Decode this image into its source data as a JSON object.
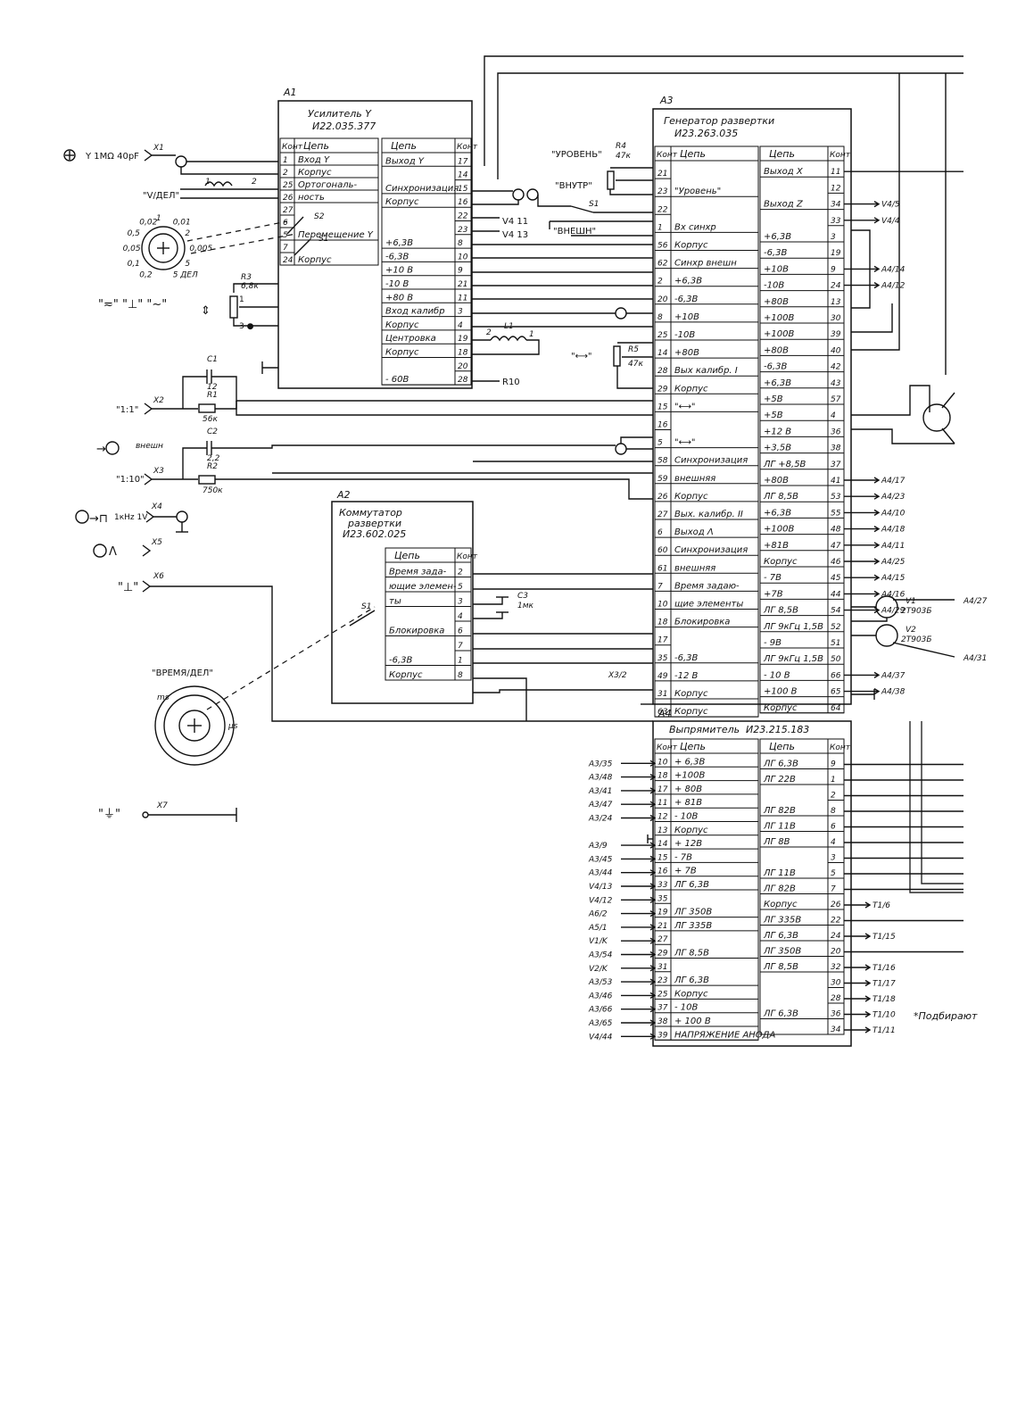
{
  "blocks": {
    "A1": {
      "ref": "A1",
      "title": "Усилитель Y",
      "code": "И22.035.377",
      "left_header_pin": "Конт",
      "left_header_name": "Цепь",
      "left_rows": [
        {
          "pin": "1",
          "name": "Вход Y"
        },
        {
          "pin": "2",
          "name": "Корпус"
        },
        {
          "pin": "25",
          "name": "Ортогональ-"
        },
        {
          "pin": "26",
          "name": "ность"
        },
        {
          "pin": "27",
          "name": ""
        },
        {
          "pin": "6",
          "name": ""
        },
        {
          "pin": "5",
          "name": "Перемещение Y"
        },
        {
          "pin": "7",
          "name": ""
        },
        {
          "pin": "24",
          "name": "Корпус"
        }
      ],
      "right_header_name": "Цепь",
      "right_header_pin": "Конт",
      "right_rows": [
        {
          "pin": "17",
          "name": "Выход Y"
        },
        {
          "pin": "14",
          "name": ""
        },
        {
          "pin": "15",
          "name": "Синхронизация"
        },
        {
          "pin": "16",
          "name": "Корпус"
        },
        {
          "pin": "22",
          "name": ""
        },
        {
          "pin": "23",
          "name": ""
        },
        {
          "pin": "8",
          "name": "+6,3В"
        },
        {
          "pin": "10",
          "name": "-6,3В"
        },
        {
          "pin": "9",
          "name": "+10 В"
        },
        {
          "pin": "21",
          "name": "-10 В"
        },
        {
          "pin": "11",
          "name": "+80 В"
        },
        {
          "pin": "3",
          "name": "Вход калибр"
        },
        {
          "pin": "4",
          "name": "Корпус"
        },
        {
          "pin": "19",
          "name": "Центровка"
        },
        {
          "pin": "18",
          "name": "Корпус"
        },
        {
          "pin": "20",
          "name": ""
        },
        {
          "pin": "28",
          "name": "- 60В"
        }
      ]
    },
    "A2": {
      "ref": "A2",
      "title": "Коммутатор",
      "title2": "развертки",
      "code": "И23.602.025",
      "header_name": "Цепь",
      "header_pin": "Конт",
      "rows": [
        {
          "pin": "2",
          "name": "Время зада-"
        },
        {
          "pin": "5",
          "name": "ющие элемен-"
        },
        {
          "pin": "3",
          "name": "ты"
        },
        {
          "pin": "4",
          "name": ""
        },
        {
          "pin": "6",
          "name": "Блокировка"
        },
        {
          "pin": "7",
          "name": ""
        },
        {
          "pin": "1",
          "name": "-6,3В"
        },
        {
          "pin": "8",
          "name": "Корпус"
        }
      ]
    },
    "A3": {
      "ref": "A3",
      "title": "Генератор развертки",
      "code": "И23.263.035",
      "left_header_pin": "Конт",
      "left_header_name": "Цепь",
      "left_rows": [
        {
          "pin": "21",
          "name": ""
        },
        {
          "pin": "23",
          "name": "\"Уровень\""
        },
        {
          "pin": "22",
          "name": ""
        },
        {
          "pin": "1",
          "name": "Вх синхр"
        },
        {
          "pin": "56",
          "name": "Корпус"
        },
        {
          "pin": "62",
          "name": "Синхр внешн"
        },
        {
          "pin": "2",
          "name": "+6,3В"
        },
        {
          "pin": "20",
          "name": "-6,3В"
        },
        {
          "pin": "8",
          "name": "+10В"
        },
        {
          "pin": "25",
          "name": "-10В"
        },
        {
          "pin": "14",
          "name": "+80В"
        },
        {
          "pin": "28",
          "name": "Вых калибр. I"
        },
        {
          "pin": "29",
          "name": "Корпус"
        },
        {
          "pin": "15",
          "name": "\"⟷\""
        },
        {
          "pin": "16",
          "name": ""
        },
        {
          "pin": "5",
          "name": "\"⟷\""
        },
        {
          "pin": "58",
          "name": "Синхронизация"
        },
        {
          "pin": "59",
          "name": "внешняя"
        },
        {
          "pin": "26",
          "name": "Корпус"
        },
        {
          "pin": "27",
          "name": "Вых. калибр. II"
        },
        {
          "pin": "6",
          "name": "Выход Λ"
        },
        {
          "pin": "60",
          "name": "Синхронизация"
        },
        {
          "pin": "61",
          "name": "внешняя"
        },
        {
          "pin": "7",
          "name": "Время задаю-"
        },
        {
          "pin": "10",
          "name": "щие элементы"
        },
        {
          "pin": "18",
          "name": "Блокировка"
        },
        {
          "pin": "17",
          "name": ""
        },
        {
          "pin": "35",
          "name": "-6,3В"
        },
        {
          "pin": "49",
          "name": "-12 В"
        },
        {
          "pin": "31",
          "name": "Корпус"
        },
        {
          "pin": "63",
          "name": "Корпус"
        }
      ],
      "right_header_name": "Цепь",
      "right_header_pin": "Конт",
      "right_rows": [
        {
          "pin": "11",
          "name": "Выход X"
        },
        {
          "pin": "12",
          "name": ""
        },
        {
          "pin": "34",
          "name": "Выход Z"
        },
        {
          "pin": "33",
          "name": ""
        },
        {
          "pin": "3",
          "name": "+6,3В"
        },
        {
          "pin": "19",
          "name": "-6,3В"
        },
        {
          "pin": "9",
          "name": "+10В"
        },
        {
          "pin": "24",
          "name": "-10В"
        },
        {
          "pin": "13",
          "name": "+80В"
        },
        {
          "pin": "30",
          "name": "+100В"
        },
        {
          "pin": "39",
          "name": "+100В"
        },
        {
          "pin": "40",
          "name": "+80В"
        },
        {
          "pin": "42",
          "name": "-6,3В"
        },
        {
          "pin": "43",
          "name": "+6,3В"
        },
        {
          "pin": "57",
          "name": "+5В"
        },
        {
          "pin": "4",
          "name": "+5В"
        },
        {
          "pin": "36",
          "name": "+12 В"
        },
        {
          "pin": "38",
          "name": "+3,5В"
        },
        {
          "pin": "37",
          "name": "ЛГ +8,5В"
        },
        {
          "pin": "41",
          "name": "+80В"
        },
        {
          "pin": "53",
          "name": "ЛГ 8,5В"
        },
        {
          "pin": "55",
          "name": "+6,3В"
        },
        {
          "pin": "48",
          "name": "+100В"
        },
        {
          "pin": "47",
          "name": "+81В"
        },
        {
          "pin": "46",
          "name": "Корпус"
        },
        {
          "pin": "45",
          "name": "- 7В"
        },
        {
          "pin": "44",
          "name": "+7В"
        },
        {
          "pin": "54",
          "name": "ЛГ 8,5В"
        },
        {
          "pin": "52",
          "name": "ЛГ 9кГц 1,5В"
        },
        {
          "pin": "51",
          "name": "- 9В"
        },
        {
          "pin": "50",
          "name": "ЛГ 9кГц 1,5В"
        },
        {
          "pin": "66",
          "name": "- 10 В"
        },
        {
          "pin": "65",
          "name": "+100 В"
        },
        {
          "pin": "64",
          "name": "Корпус"
        }
      ]
    },
    "A4": {
      "ref": "A4",
      "title": "Выпрямитель",
      "code": "И23.215.183",
      "left_header_pin": "Конт",
      "left_header_name": "Цепь",
      "left_rows": [
        {
          "pin": "10",
          "name": "+ 6,3В"
        },
        {
          "pin": "18",
          "name": "+100В"
        },
        {
          "pin": "17",
          "name": "+ 80В"
        },
        {
          "pin": "11",
          "name": "+ 81В"
        },
        {
          "pin": "12",
          "name": "- 10В"
        },
        {
          "pin": "13",
          "name": "Корпус"
        },
        {
          "pin": "14",
          "name": "+ 12В"
        },
        {
          "pin": "15",
          "name": "- 7В"
        },
        {
          "pin": "16",
          "name": "+ 7В"
        },
        {
          "pin": "33",
          "name": "ЛГ 6,3В"
        },
        {
          "pin": "35",
          "name": ""
        },
        {
          "pin": "19",
          "name": "ЛГ 350В"
        },
        {
          "pin": "21",
          "name": "ЛГ 335В"
        },
        {
          "pin": "27",
          "name": ""
        },
        {
          "pin": "29",
          "name": "ЛГ 8,5В"
        },
        {
          "pin": "31",
          "name": ""
        },
        {
          "pin": "23",
          "name": "ЛГ 6,3В"
        },
        {
          "pin": "25",
          "name": "Корпус"
        },
        {
          "pin": "37",
          "name": "- 10В"
        },
        {
          "pin": "38",
          "name": "+ 100 В"
        },
        {
          "pin": "39",
          "name": "НАПРЯЖЕНИЕ АНОДА"
        }
      ],
      "right_header_name": "Цепь",
      "right_header_pin": "Конт",
      "right_rows": [
        {
          "pin": "9",
          "name": "ЛГ 6,3В"
        },
        {
          "pin": "1",
          "name": "ЛГ 22В"
        },
        {
          "pin": "2",
          "name": ""
        },
        {
          "pin": "8",
          "name": "ЛГ 82В"
        },
        {
          "pin": "6",
          "name": "ЛГ 11В"
        },
        {
          "pin": "4",
          "name": "ЛГ 8В"
        },
        {
          "pin": "3",
          "name": ""
        },
        {
          "pin": "5",
          "name": "ЛГ 11В"
        },
        {
          "pin": "7",
          "name": "ЛГ 82В"
        },
        {
          "pin": "26",
          "name": "Корпус"
        },
        {
          "pin": "22",
          "name": "ЛГ 335В"
        },
        {
          "pin": "24",
          "name": "ЛГ 6,3В"
        },
        {
          "pin": "20",
          "name": "ЛГ 350В"
        },
        {
          "pin": "32",
          "name": "ЛГ 8,5В"
        },
        {
          "pin": "30",
          "name": ""
        },
        {
          "pin": "28",
          "name": ""
        },
        {
          "pin": "36",
          "name": "ЛГ 6,3В"
        },
        {
          "pin": "34",
          "name": ""
        }
      ]
    }
  },
  "connectors": [
    {
      "ref": "X1",
      "label": "Y 1МΩ 40pF"
    },
    {
      "ref": "X2",
      "label": "\"1:1\""
    },
    {
      "ref": "X3",
      "label": "\"1:10\""
    },
    {
      "ref": "X4",
      "label": "1кHz 1V"
    },
    {
      "ref": "X5",
      "label": "Λ"
    },
    {
      "ref": "X6",
      "label": "\"⊥\""
    },
    {
      "ref": "X7",
      "label": "\"⏚\""
    }
  ],
  "controls": {
    "vdel_label": "\"V/ДЕЛ\"",
    "vdel_scale": [
      "0,2",
      "0,1",
      "0,05",
      "0,5",
      "0,02",
      "1",
      "0,01",
      "2",
      "0,005",
      "5",
      "5 ДЕЛ"
    ],
    "coupling_label": "\"≂\" \"⊥\" \"~\"",
    "updown_label": "⇕",
    "vnesh_label": "внешн",
    "uroven_label": "\"УРОВЕНЬ\"",
    "vnutr_label": "\"ВНУТР\"",
    "vnesh_switch_label": "\"ВНЕШН\"",
    "horiz_label": "\"⟷\"",
    "time_label": "\"ВРЕМЯ/ДЕЛ\"",
    "time_scale": [
      "ms",
      "μs"
    ]
  },
  "components": {
    "R1": "R1",
    "R1_val": "56к",
    "R2": "R2",
    "R2_val": "750к",
    "R3": "R3",
    "R3_val": "6,8к",
    "R4": "R4",
    "R4_val": "47к",
    "R5": "R5",
    "R5_val": "47к",
    "C1": "C1",
    "C2": "C2",
    "C2_val": "2,2",
    "C3": "C3",
    "C3_val": "1мк",
    "C1_val": "12",
    "L1": "L1",
    "L2": "L1",
    "S1": "S1",
    "S2": "S2",
    "S1b": "S1",
    "S1c": "S1",
    "V1": "V1",
    "V1_type": "2Т903Б",
    "V2": "V2",
    "V2_type": "2Т903Б",
    "R10": "R10",
    "x3_2": "X3/2"
  },
  "net_labels": {
    "a1_22": "V4 11",
    "a1_23": "V4 13",
    "a3_34": "V4/5",
    "a3_33": "V4/4",
    "a3_9": "A4/14",
    "a3_24": "A4/12",
    "a3_41": "A4/17",
    "a3_53": "A4/23",
    "a3_55": "A4/10",
    "a3_48": "A4/18",
    "a3_47": "A4/11",
    "a3_46": "A4/25",
    "a3_45": "A4/15",
    "a3_44": "A4/16",
    "a3_54": "A4/29",
    "v1_out": "A4/27",
    "v2_out": "A4/31",
    "a3_66": "A4/37",
    "a3_65": "A4/38",
    "a4_left": [
      "A3/35",
      "A3/48",
      "A3/41",
      "A3/47",
      "A3/24",
      "",
      "A3/9",
      "A3/45",
      "A3/44",
      "V4/13",
      "V4/12",
      "A6/2",
      "A5/1",
      "V1/K",
      "A3/54",
      "V2/K",
      "A3/53",
      "A3/46",
      "A3/66",
      "A3/65",
      "V4/44"
    ],
    "a4_right": [
      "",
      "",
      "",
      "",
      "",
      "",
      "",
      "",
      "",
      "T1/6",
      "",
      "T1/15",
      "",
      "T1/16",
      "T1/17",
      "T1/18",
      "T1/10",
      "T1/11"
    ]
  },
  "footnote": "*Подбирают"
}
